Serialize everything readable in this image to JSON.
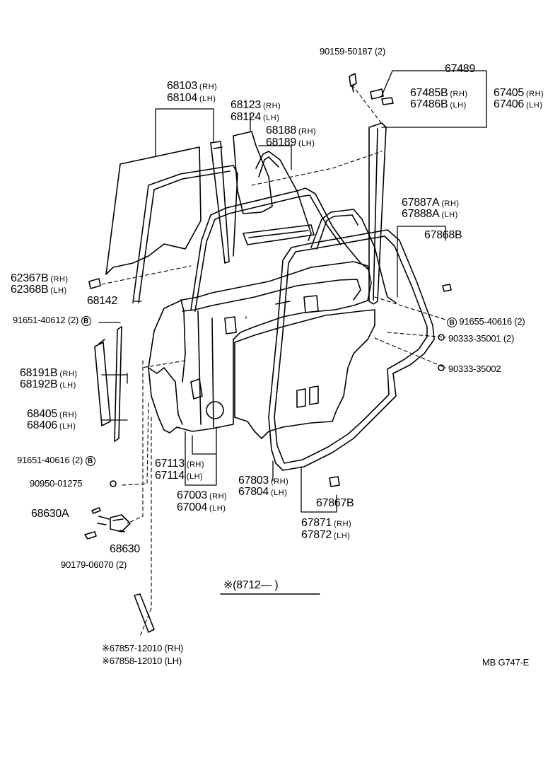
{
  "parts": {
    "p90159": "90159-50187 (2)",
    "p67489": "67489",
    "p67485B": "67485B",
    "p67486B": "67486B",
    "p67405": "67405",
    "p67406": "67406",
    "p68103": "68103",
    "p68104": "68104",
    "p68123": "68123",
    "p68124": "68124",
    "p68188": "68188",
    "p68189": "68189",
    "p67887A": "67887A",
    "p67888A": "67888A",
    "p67868B": "67868B",
    "p62367B": "62367B",
    "p62368B": "62368B",
    "p68142": "68142",
    "p91651a": "91651-40612 (2)",
    "p91655": "91655-40616 (2)",
    "p90333a": "90333-35001 (2)",
    "p90333b": "90333-35002",
    "p68191B": "68191B",
    "p68192B": "68192B",
    "p68405": "68405",
    "p68406": "68406",
    "p91651b": "91651-40616 (2)",
    "p90950": "90950-01275",
    "p67113": "67113",
    "p67114": "67114",
    "p67003": "67003",
    "p67004": "67004",
    "p67803": "67803",
    "p67804": "67804",
    "p67867B": "67867B",
    "p67871": "67871",
    "p67872": "67872",
    "p68630A": "68630A",
    "p68630": "68630",
    "p90179": "90179-06070 (2)",
    "p67857": "※67857-12010 (RH)",
    "p67858": "※67858-12010 (LH)"
  },
  "rh": "(RH)",
  "lh": "(LH)",
  "circle_b": "B",
  "date_note": "※(8712—        )",
  "figure_code": "MB  G747-E",
  "colors": {
    "line": "#000000",
    "background": "#ffffff"
  }
}
